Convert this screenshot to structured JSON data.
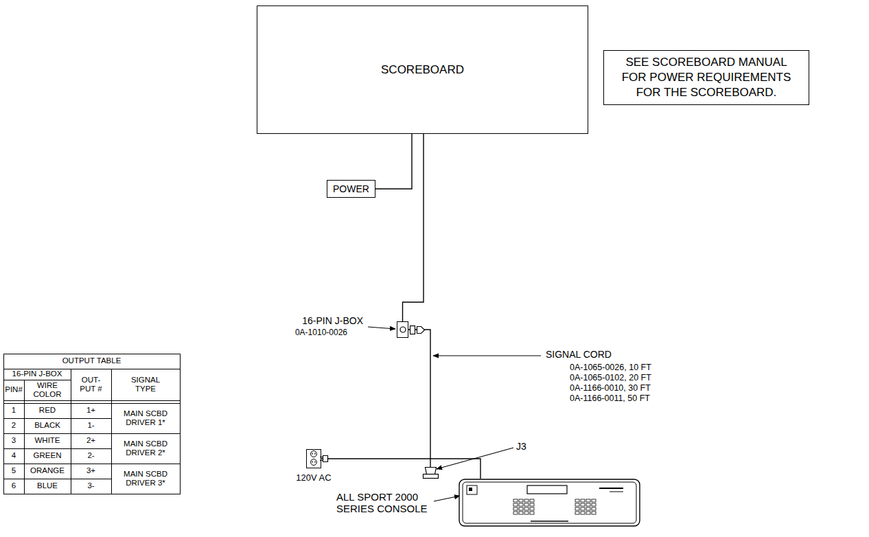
{
  "diagram": {
    "nodes": [
      {
        "text": [
          "SCOREBOARD"
        ]
      },
      {
        "text": [
          "POWER"
        ]
      },
      {
        "text": [
          "SEE SCOREBOARD MANUAL FOR POWER REQUIREMENTS FOR THE SCOREBOARD."
        ]
      },
      {
        "text": [
          "16-PIN J-BOX",
          "0A-1010-0026"
        ]
      },
      {
        "text": [
          "120V AC"
        ]
      },
      {
        "text": [
          "ALL SPORT 2000 SERIES CONSOLE"
        ]
      }
    ],
    "edges": [
      {
        "from": 1,
        "to": 0,
        "arrow": "none"
      },
      {
        "from": 0,
        "to": 3,
        "arrow": "none"
      },
      {
        "from": 3,
        "to": 5,
        "arrow": "none"
      },
      {
        "from": 4,
        "to": 5,
        "arrow": "none"
      }
    ],
    "labels": [
      "SIGNAL CORD",
      "0A-1065-0026, 10 FT",
      "0A-1065-0102, 20 FT",
      "0A-1166-0010, 30 FT",
      "0A-1166-0011, 50 FT",
      "J3",
      "OUTPUT TABLE",
      "16-PIN J-BOX",
      "PIN#",
      "WIRE COLOR",
      "OUT-PUT #",
      "SIGNAL TYPE",
      "1",
      "RED",
      "1+",
      "MAIN SCBD DRIVER 1*",
      "2",
      "BLACK",
      "1-",
      "3",
      "WHITE",
      "2+",
      "MAIN SCBD DRIVER 2*",
      "4",
      "GREEN",
      "2-",
      "5",
      "ORANGE",
      "3+",
      "MAIN SCBD DRIVER 3*",
      "6",
      "BLUE",
      "3-"
    ]
  }
}
